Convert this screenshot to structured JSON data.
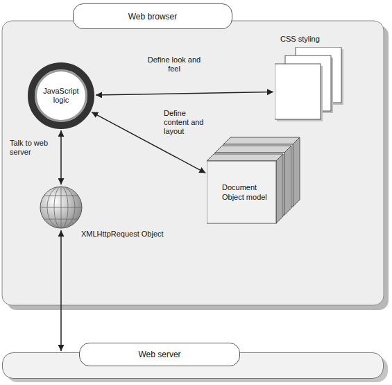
{
  "diagram": {
    "nodes": [
      {
        "text": [
          "Web browser"
        ]
      },
      {
        "text": [
          "JavaScript logic"
        ],
        "in": 0
      },
      {
        "text": [
          "CSS styling"
        ],
        "in": 0
      },
      {
        "text": [
          "Document Object model"
        ],
        "in": 0
      },
      {
        "text": [
          "XMLHttpRequest Object"
        ],
        "in": 0
      },
      {
        "text": [
          "Web server"
        ]
      }
    ],
    "edges": [
      {
        "from": 1,
        "to": 2,
        "label": "Define look and feel",
        "arrow": "both"
      },
      {
        "from": 1,
        "to": 3,
        "label": "Define content and layout",
        "arrow": "both"
      },
      {
        "from": 1,
        "to": 4,
        "label": "Talk to web server",
        "arrow": "both"
      },
      {
        "from": 4,
        "to": 5,
        "arrow": "both"
      }
    ]
  }
}
